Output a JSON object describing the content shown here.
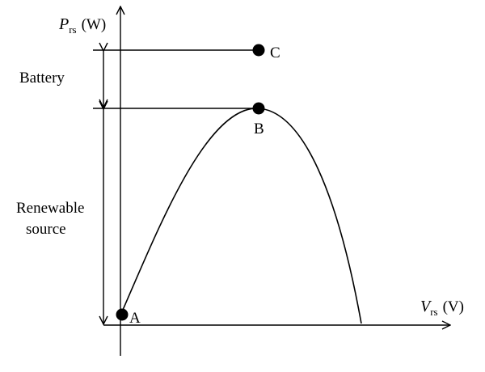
{
  "y_axis": {
    "var": "P",
    "sub": "rs",
    "unit": "(W)"
  },
  "x_axis": {
    "var": "V",
    "sub": "rs",
    "unit": "(V)"
  },
  "points": {
    "a": "A",
    "b": "B",
    "c": "C"
  },
  "ranges": {
    "battery": "Battery",
    "renewable_line1": "Renewable",
    "renewable_line2": "source"
  },
  "colors": {
    "stroke": "#000000",
    "background": "#ffffff"
  }
}
